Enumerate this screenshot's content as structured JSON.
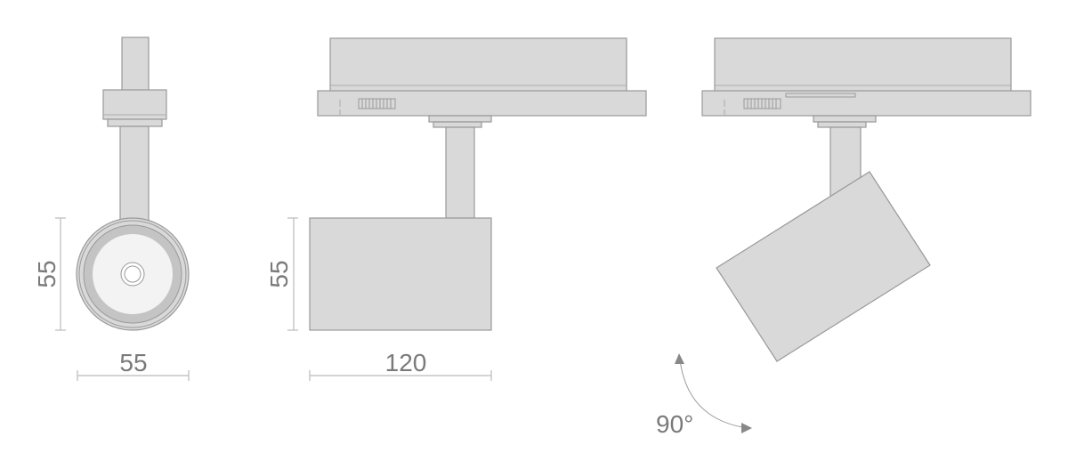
{
  "front_view": {
    "height_label": "55",
    "width_label": "55"
  },
  "side_view": {
    "height_label": "55",
    "width_label": "120"
  },
  "tilt_view": {
    "angle_label": "90°"
  },
  "colors": {
    "fill": "#d9d9d9",
    "stroke": "#999999",
    "text": "#7a7a7a"
  }
}
